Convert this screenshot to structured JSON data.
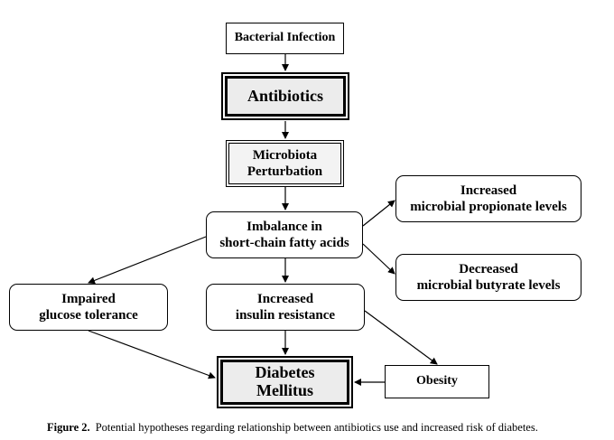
{
  "nodes": {
    "bacterial_infection": [
      "Bacterial Infection"
    ],
    "antibiotics": [
      "Antibiotics"
    ],
    "microbiota": [
      "Microbiota",
      "Perturbation"
    ],
    "imbalance": [
      "Imbalance in",
      "short-chain fatty acids"
    ],
    "propionate": [
      "Increased",
      "microbial propionate levels"
    ],
    "butyrate": [
      "Decreased",
      "microbial butyrate levels"
    ],
    "glucose": [
      "Impaired",
      "glucose tolerance"
    ],
    "insulin": [
      "Increased",
      "insulin resistance"
    ],
    "diabetes": [
      "Diabetes",
      "Mellitus"
    ],
    "obesity": [
      "Obesity"
    ]
  },
  "caption": {
    "label": "Figure 2.",
    "text": "Potential hypotheses regarding relationship between antibiotics use and increased risk of diabetes."
  }
}
